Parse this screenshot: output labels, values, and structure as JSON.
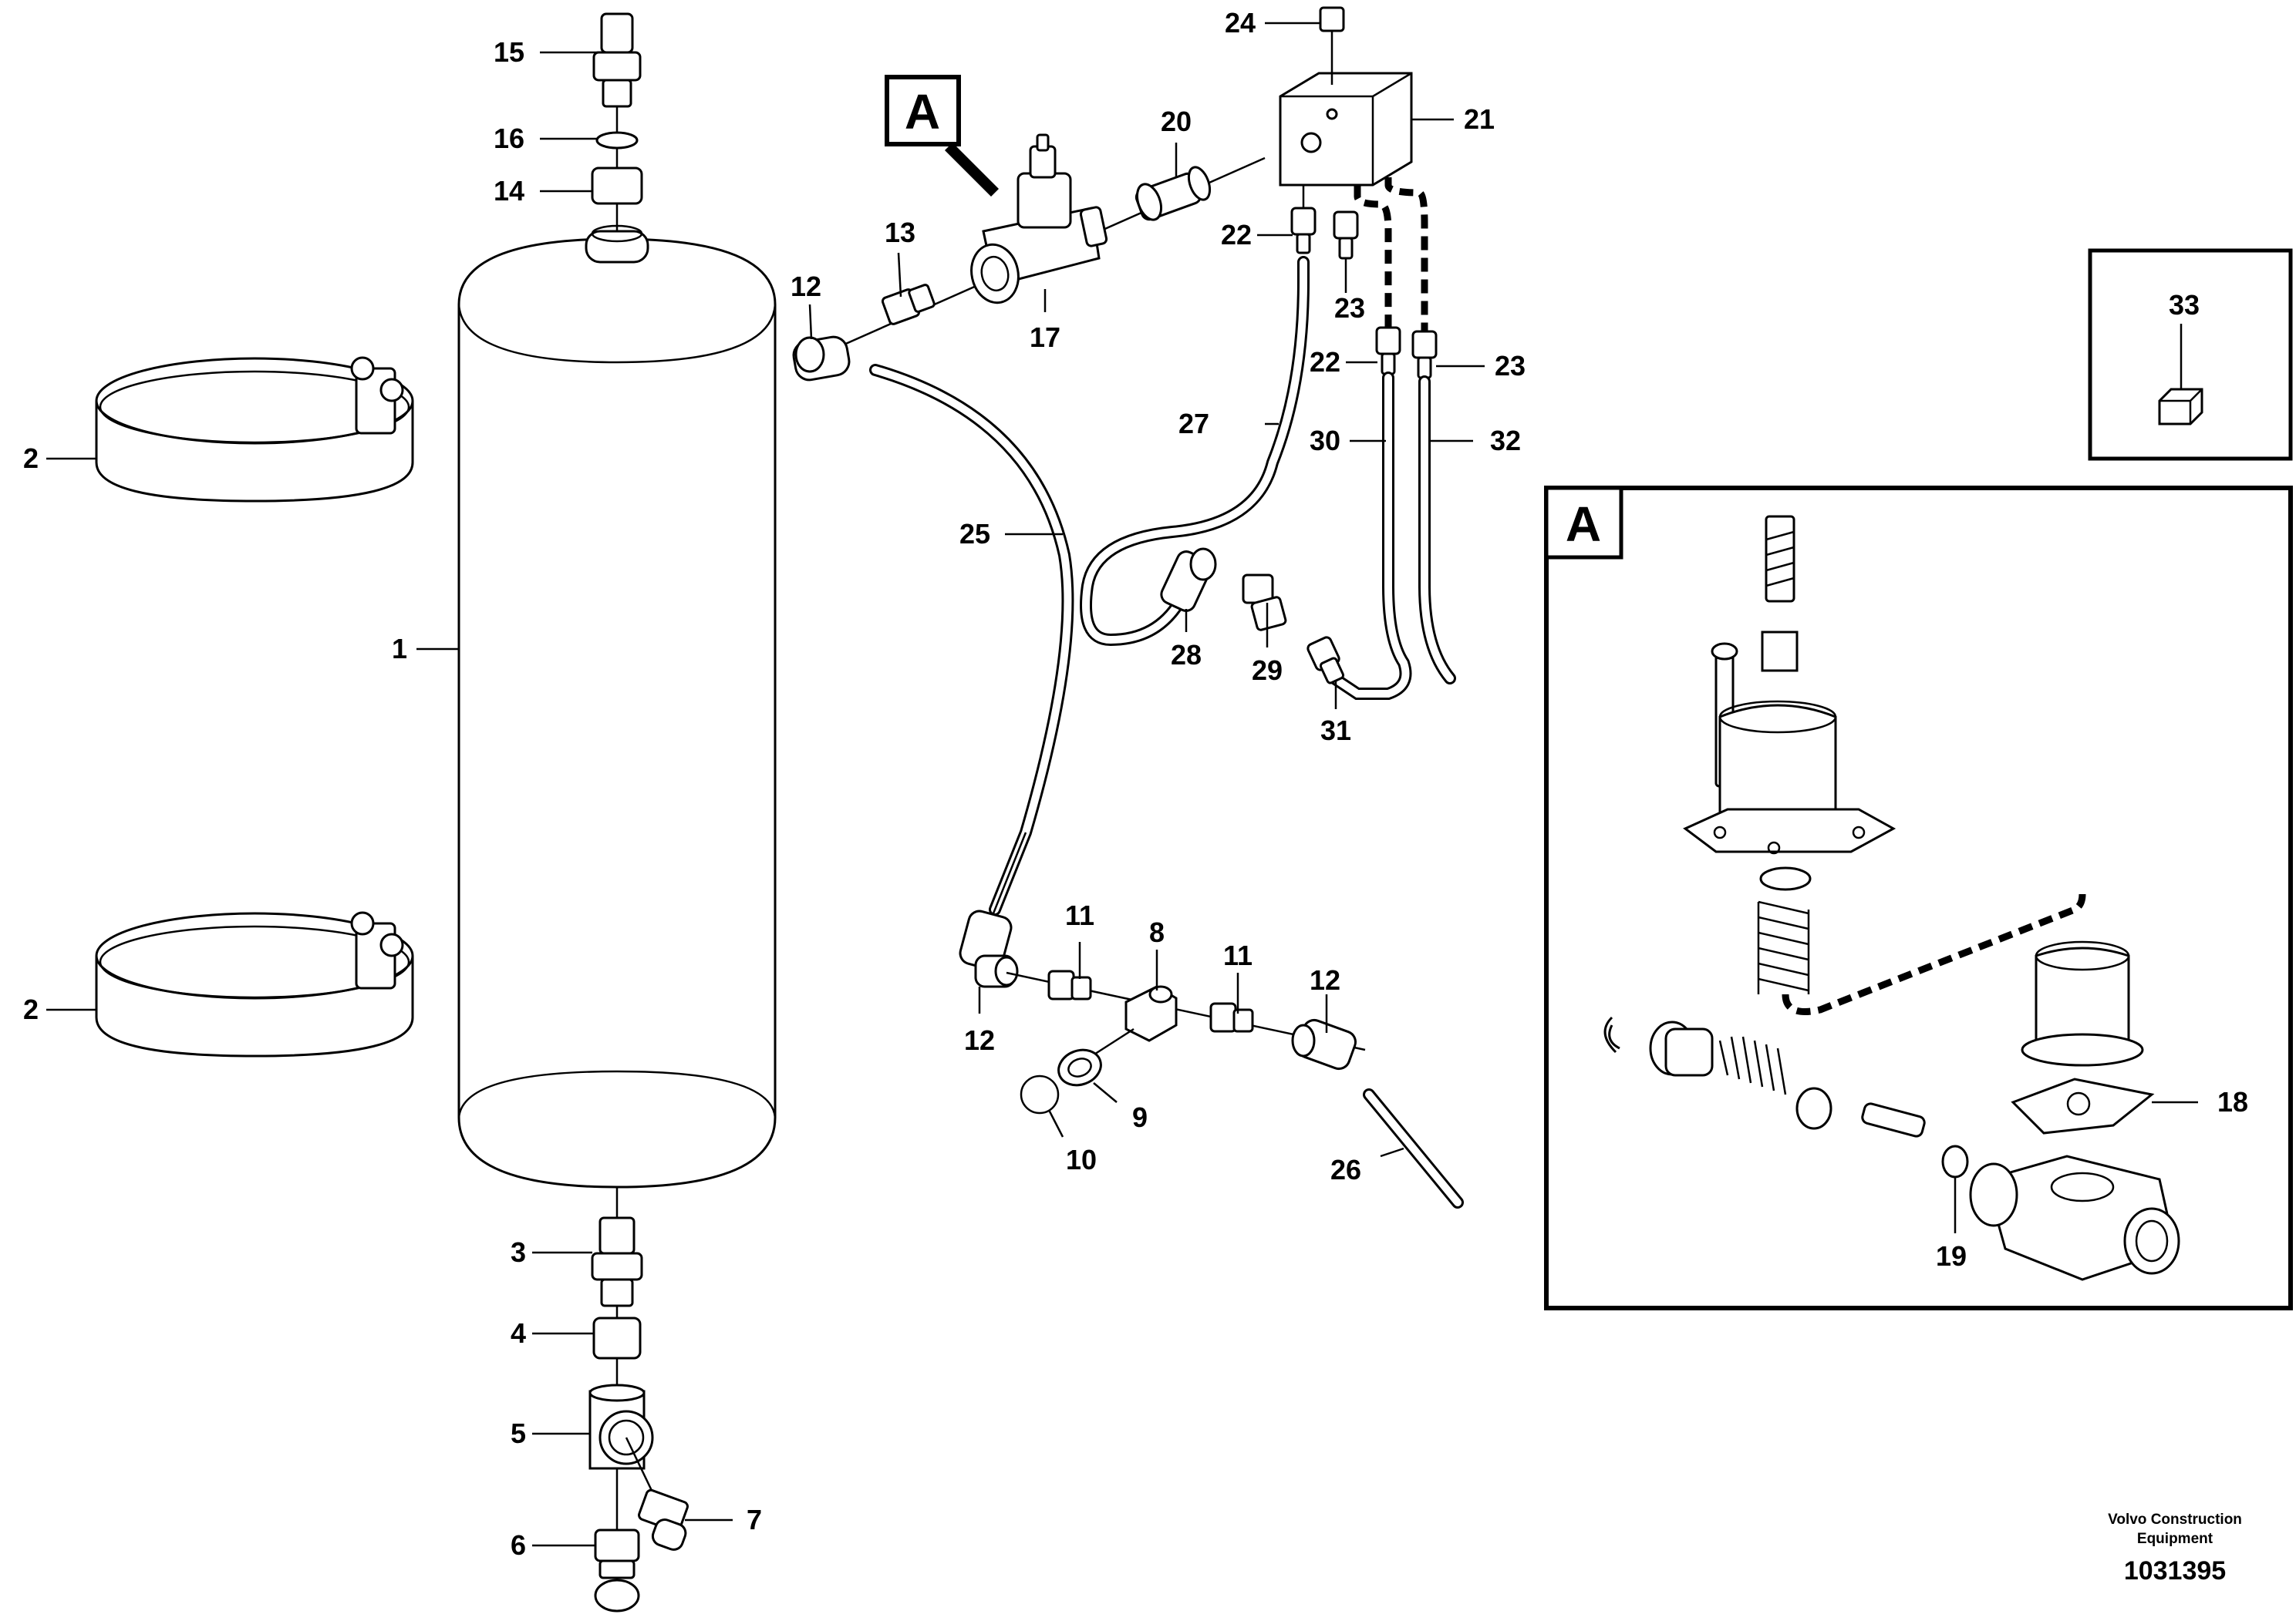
{
  "frame_label": "A",
  "detail_box_label": "A",
  "callouts": {
    "c1": "1",
    "c2a": "2",
    "c2b": "2",
    "c3": "3",
    "c4": "4",
    "c5": "5",
    "c6": "6",
    "c7": "7",
    "c8": "8",
    "c9": "9",
    "c10": "10",
    "c11a": "11",
    "c11b": "11",
    "c12a": "12",
    "c12b": "12",
    "c12c": "12",
    "c13": "13",
    "c14": "14",
    "c15": "15",
    "c16": "16",
    "c17": "17",
    "c18": "18",
    "c19": "19",
    "c20": "20",
    "c21": "21",
    "c22a": "22",
    "c22b": "22",
    "c23a": "23",
    "c23b": "23",
    "c24": "24",
    "c25": "25",
    "c26": "26",
    "c27": "27",
    "c28": "28",
    "c29": "29",
    "c30": "30",
    "c31": "31",
    "c32": "32",
    "c33": "33"
  },
  "footer": {
    "brand_line1": "Volvo Construction",
    "brand_line2": "Equipment",
    "doc_number": "1031395"
  }
}
